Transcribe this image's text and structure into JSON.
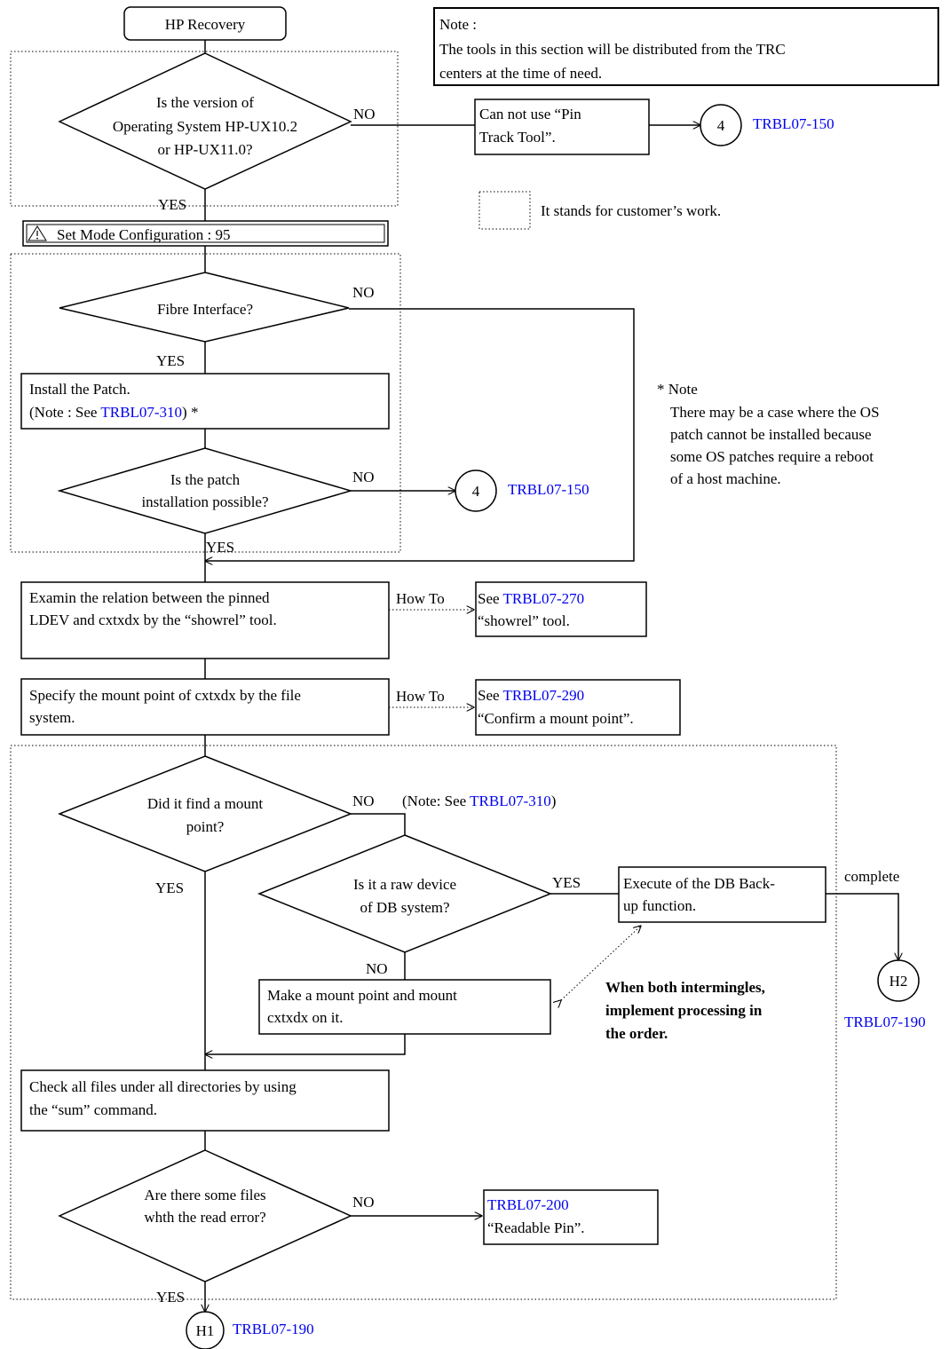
{
  "start": {
    "label": "HP Recovery"
  },
  "note_box": {
    "title": "Note :",
    "line1": "The tools in this section will be distributed from the TRC",
    "line2": "centers at the time of need."
  },
  "legend": {
    "text": "It stands for customer’s work."
  },
  "decision_os": {
    "line1": "Is the version of",
    "line2": "Operating System HP-UX10.2",
    "line3": "or HP-UX11.0?",
    "no_label": "NO",
    "yes_label": "YES"
  },
  "cannot_box": {
    "line1": "Can not use “Pin",
    "line2": "Track Tool”."
  },
  "connector_4_top": {
    "label": "4",
    "ref": "TRBL07-150"
  },
  "set_mode": {
    "icon": "warning-triangle-icon",
    "text": "Set Mode Configuration : 95"
  },
  "decision_fibre": {
    "text": "Fibre Interface?",
    "no_label": "NO",
    "yes_label": "YES"
  },
  "install_patch": {
    "line1": "Install the Patch.",
    "line2_prefix": "(Note : See ",
    "line2_link": "TRBL07-310",
    "line2_suffix": ") *"
  },
  "side_note": {
    "title": "* Note",
    "line1": "There may be a case where the OS",
    "line2": "patch cannot be installed because",
    "line3": "some OS patches require a reboot",
    "line4": "of a host machine."
  },
  "decision_patch": {
    "line1": "Is the patch",
    "line2": "installation possible?",
    "no_label": "NO",
    "yes_label": "YES"
  },
  "connector_4_mid": {
    "label": "4",
    "ref": "TRBL07-150"
  },
  "examine_box": {
    "line1": "Examin the relation between the pinned",
    "line2": "LDEV and cxtxdx by the “showrel” tool.",
    "howto": "How To",
    "see_prefix": "See ",
    "see_link": "TRBL07-270",
    "see_line2": "“showrel” tool."
  },
  "specify_box": {
    "line1": "Specify the mount point of cxtxdx by the file",
    "line2": "system.",
    "howto": "How To",
    "see_prefix": "See ",
    "see_link": "TRBL07-290",
    "see_line2": "“Confirm a mount point”."
  },
  "decision_mount": {
    "line1": "Did it find a mount",
    "line2": "point?",
    "no_label": "NO",
    "yes_label": "YES",
    "note_prefix": "(Note: See ",
    "note_link": "TRBL07-310",
    "note_suffix": ")"
  },
  "decision_raw": {
    "line1": "Is it a raw device",
    "line2": "of DB system?",
    "yes_label": "YES",
    "no_label": "NO"
  },
  "execute_box": {
    "line1": "Execute of the DB Back-",
    "line2": "up function.",
    "complete": "complete"
  },
  "connector_h2": {
    "label": "H2",
    "ref": "TRBL07-190"
  },
  "make_mount_box": {
    "line1": "Make a mount point and mount",
    "line2": "cxtxdx on it."
  },
  "both_note": {
    "line1": "When both intermingles,",
    "line2": "implement processing in",
    "line3": "the order."
  },
  "check_files_box": {
    "line1": "Check all files under all directories by using",
    "line2": "the “sum” command."
  },
  "decision_read": {
    "line1": "Are there some files",
    "line2": "whth the read error?",
    "no_label": "NO",
    "yes_label": "YES"
  },
  "readable_box": {
    "link": "TRBL07-200",
    "line2": "“Readable Pin”."
  },
  "connector_h1": {
    "label": "H1",
    "ref": "TRBL07-190"
  },
  "colors": {
    "link": "#0000ee",
    "line": "#000000",
    "background": "#ffffff"
  }
}
